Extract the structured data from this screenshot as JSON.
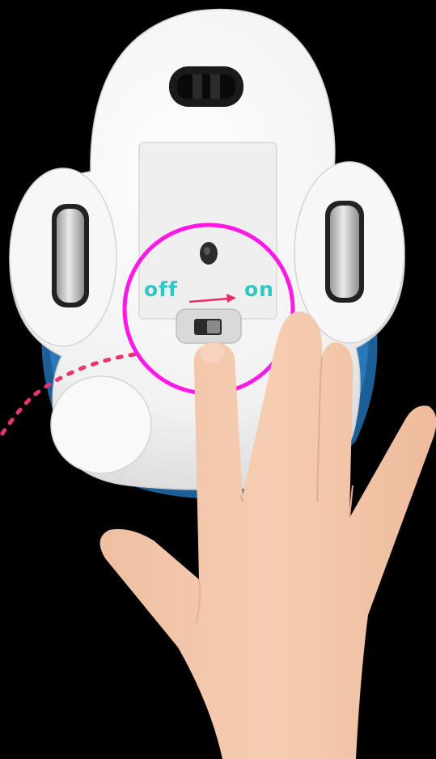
{
  "labels": {
    "off": "off",
    "on": "on"
  },
  "colors": {
    "background": "#000000",
    "highlight_circle": "#ff18e6",
    "label_text": "#2ec8c4",
    "arrow": "#ec2a6a",
    "dotted_line": "#e8356e",
    "robot_body": "#f4f4f4",
    "robot_base": "#1f6aa6",
    "skin": "#f4c9ad"
  },
  "icons": {
    "robot": "robot-underside",
    "switch": "power-slide-switch",
    "hand": "hand-pressing"
  }
}
